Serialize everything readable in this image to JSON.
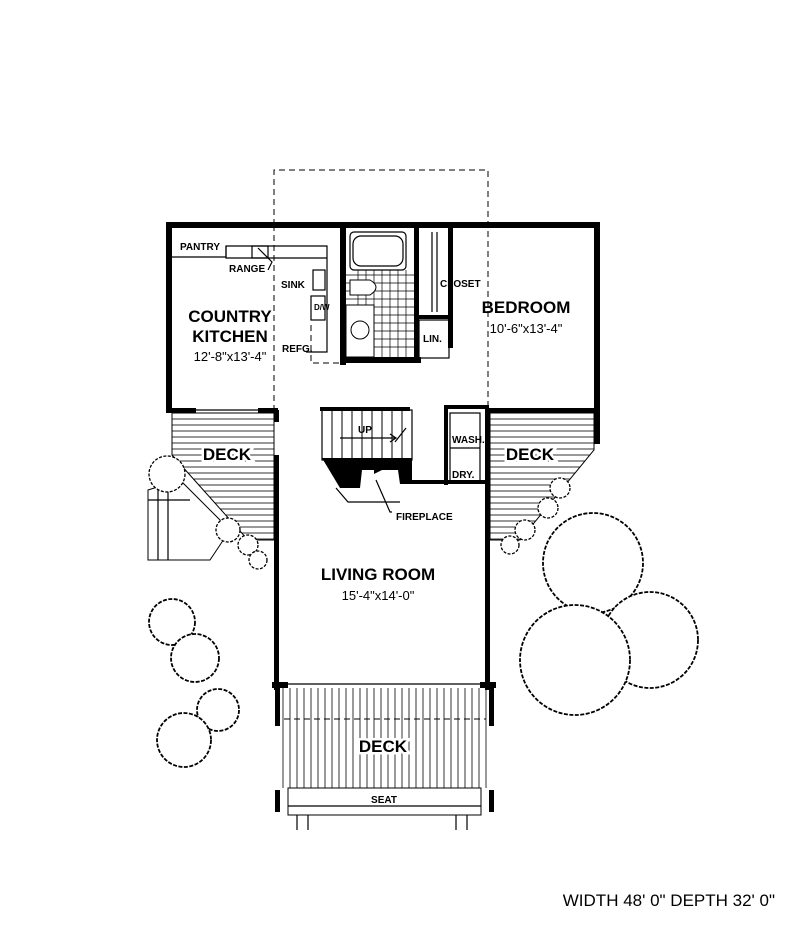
{
  "rooms": {
    "kitchen": {
      "name_line1": "COUNTRY",
      "name_line2": "KITCHEN",
      "size": "12'-8\"x13'-4\""
    },
    "bedroom": {
      "name": "BEDROOM",
      "size": "10'-6\"x13'-4\""
    },
    "living": {
      "name": "LIVING ROOM",
      "size": "15'-4\"x14'-0\""
    }
  },
  "labels": {
    "pantry": "PANTRY",
    "range": "RANGE",
    "sink": "SINK",
    "dw": "D/W",
    "refg": "REFG.",
    "closet": "CLOSET",
    "lin": "LIN.",
    "up": "UP",
    "wash": "WASH.",
    "dry": "DRY.",
    "fireplace": "FIREPLACE",
    "deck_left": "DECK",
    "deck_right": "DECK",
    "deck_bottom": "DECK",
    "seat": "SEAT"
  },
  "footer": {
    "dimensions": "WIDTH 48' 0\" DEPTH 32' 0\""
  }
}
